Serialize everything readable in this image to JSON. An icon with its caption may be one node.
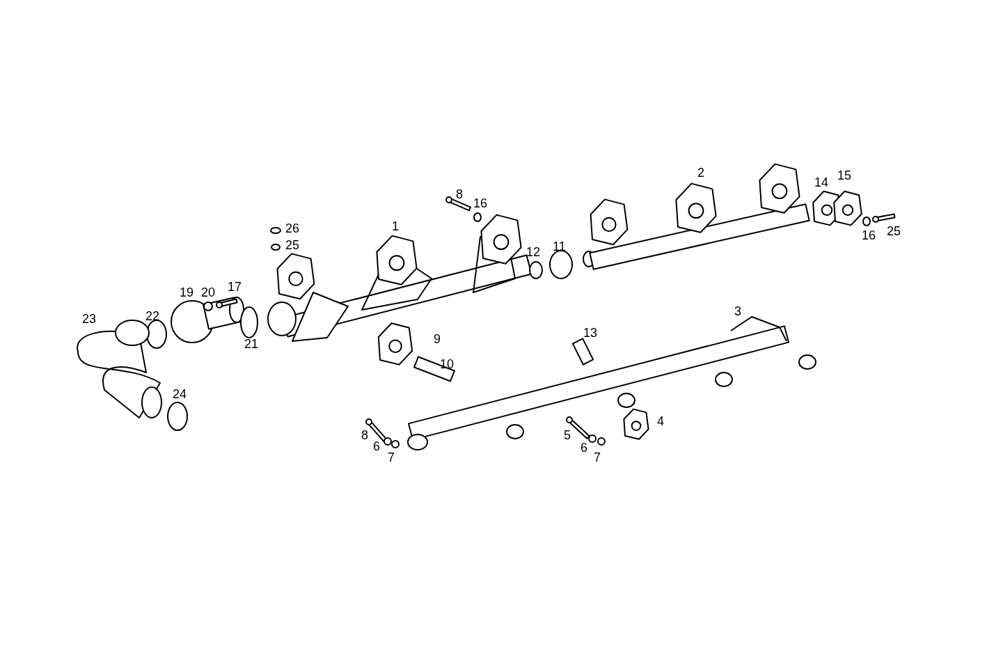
{
  "diagram": {
    "labels": [
      "2",
      "14",
      "15",
      "8",
      "16",
      "26",
      "25",
      "1",
      "16",
      "25",
      "12",
      "11",
      "19",
      "20",
      "17",
      "23",
      "22",
      "3",
      "13",
      "9",
      "21",
      "10",
      "24",
      "4",
      "8",
      "5",
      "6",
      "6",
      "7",
      "7"
    ]
  }
}
